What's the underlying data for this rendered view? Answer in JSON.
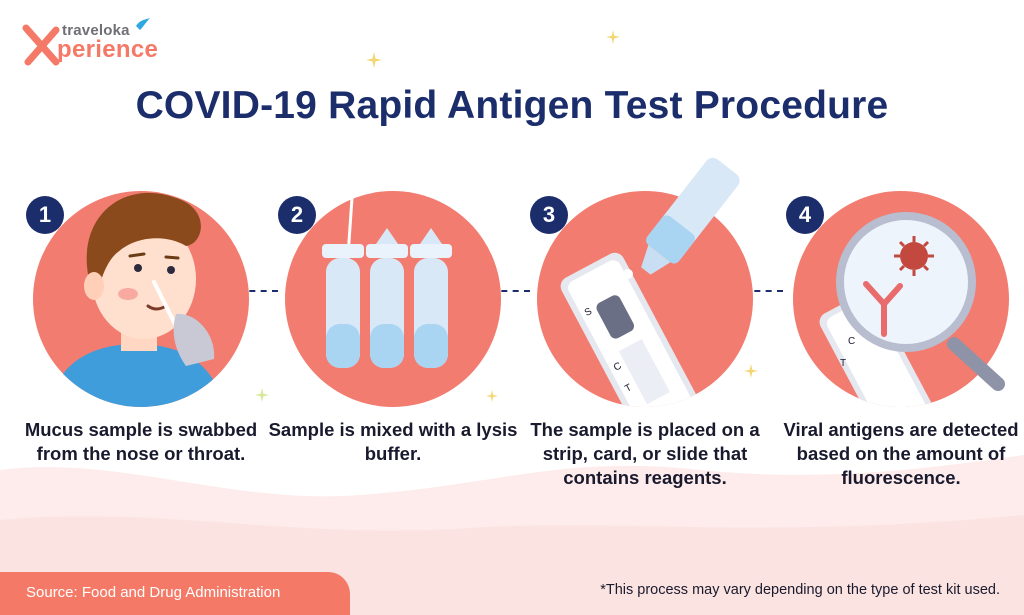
{
  "brand": {
    "logo_small": "traveloka",
    "logo_big": "perience",
    "colors": {
      "navy": "#1b2d6b",
      "coral": "#f47a67",
      "circle": "#f27c70"
    }
  },
  "title": "COVID-19 Rapid Antigen Test Procedure",
  "steps": [
    {
      "number": "1",
      "caption": "Mucus sample is swabbed from the nose or throat.",
      "icon": "person-nasal-swab-icon"
    },
    {
      "number": "2",
      "caption": "Sample is mixed with a lysis buffer.",
      "icon": "test-tubes-icon"
    },
    {
      "number": "3",
      "caption": "The sample is placed on a strip, card, or slide that contains reagents.",
      "icon": "dropper-test-strip-icon"
    },
    {
      "number": "4",
      "caption": "Viral antigens are detected based on the amount of fluorescence.",
      "icon": "magnifier-virus-antibody-icon"
    }
  ],
  "strip_labels": {
    "s": "S",
    "c": "C",
    "t": "T"
  },
  "footer": {
    "source": "Source: Food and Drug Administration",
    "note": "*This process may vary depending on the type of test kit used."
  }
}
